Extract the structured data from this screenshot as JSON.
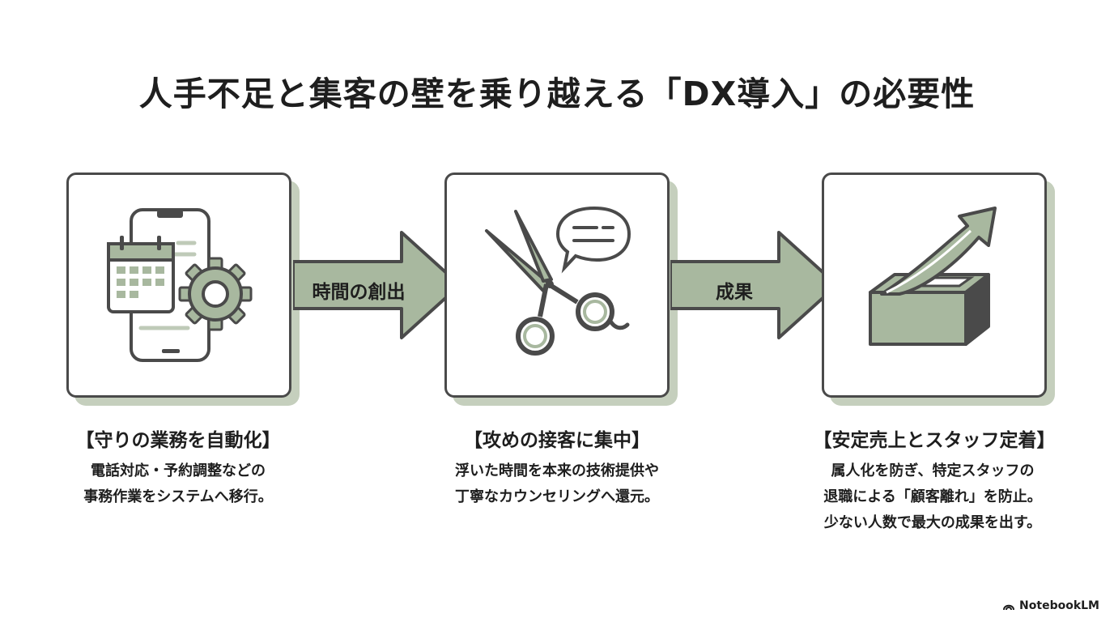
{
  "title": "人手不足と集客の壁を乗り越える「DX導入」の必要性",
  "arrows": [
    {
      "label": "時間の創出"
    },
    {
      "label": "成果"
    }
  ],
  "steps": [
    {
      "icon": "smartphone-calendar-gear-icon",
      "heading": "【守りの業務を自動化】",
      "lines": [
        "電話対応・予約調整などの",
        "事務作業をシステムへ移行。"
      ]
    },
    {
      "icon": "scissors-speech-bubble-icon",
      "heading": "【攻めの接客に集中】",
      "lines": [
        "浮いた時間を本来の技術提供や",
        "丁寧なカウンセリングへ還元。"
      ]
    },
    {
      "icon": "rising-arrow-box-icon",
      "heading": "【安定売上とスタッフ定着】",
      "lines": [
        "属人化を防ぎ、特定スタッフの",
        "退職による「顧客離れ」を防止。",
        "少ない人数で最大の成果を出す。"
      ]
    }
  ],
  "branding": "NotebookLM",
  "colors": {
    "accent": "#a8b89f",
    "shadow": "#c5cfbd",
    "stroke": "#4a4a4a"
  }
}
